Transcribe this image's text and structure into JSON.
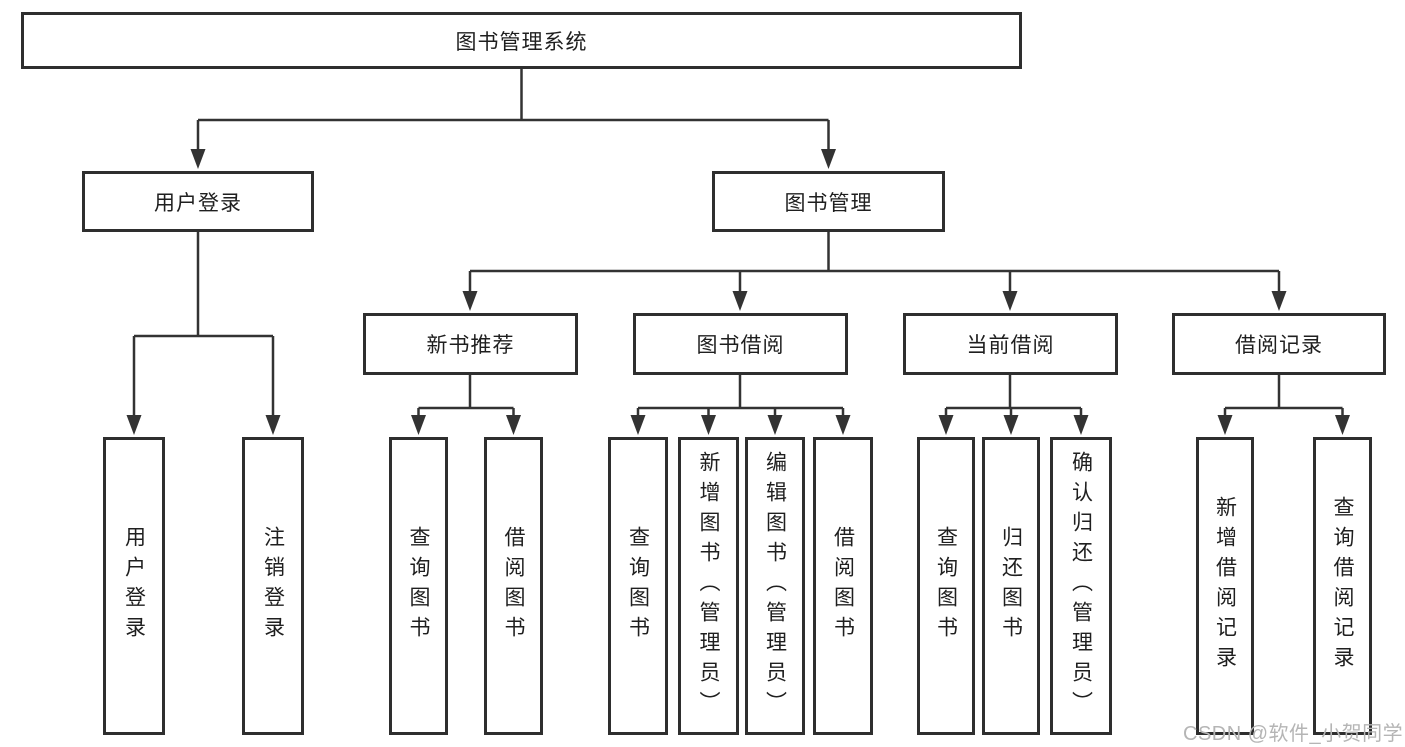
{
  "diagram": {
    "root": "图书管理系统",
    "level2": {
      "user_login": {
        "label": "用户登录",
        "children": {
          "login": "用户登录",
          "logout": "注销登录"
        }
      },
      "book_mgmt": {
        "label": "图书管理"
      }
    },
    "level3": {
      "new_books": {
        "label": "新书推荐",
        "children": {
          "query": "查询图书",
          "borrow": "借阅图书"
        }
      },
      "borrowing": {
        "label": "图书借阅",
        "children": {
          "query": "查询图书",
          "add": "新增图书（管理员）",
          "edit": "编辑图书（管理员）",
          "borrow": "借阅图书"
        }
      },
      "current": {
        "label": "当前借阅",
        "children": {
          "query": "查询图书",
          "return": "归还图书",
          "confirm": "确认归还（管理员）"
        }
      },
      "records": {
        "label": "借阅记录",
        "children": {
          "add": "新增借阅记录",
          "query": "查询借阅记录"
        }
      }
    }
  },
  "watermark": "CSDN @软件_小贺同学",
  "colors": {
    "line": "#333333",
    "border": "#2e2e2e",
    "text": "#1f1f1f",
    "watermark": "#b5b5b5",
    "background": "#ffffff"
  }
}
